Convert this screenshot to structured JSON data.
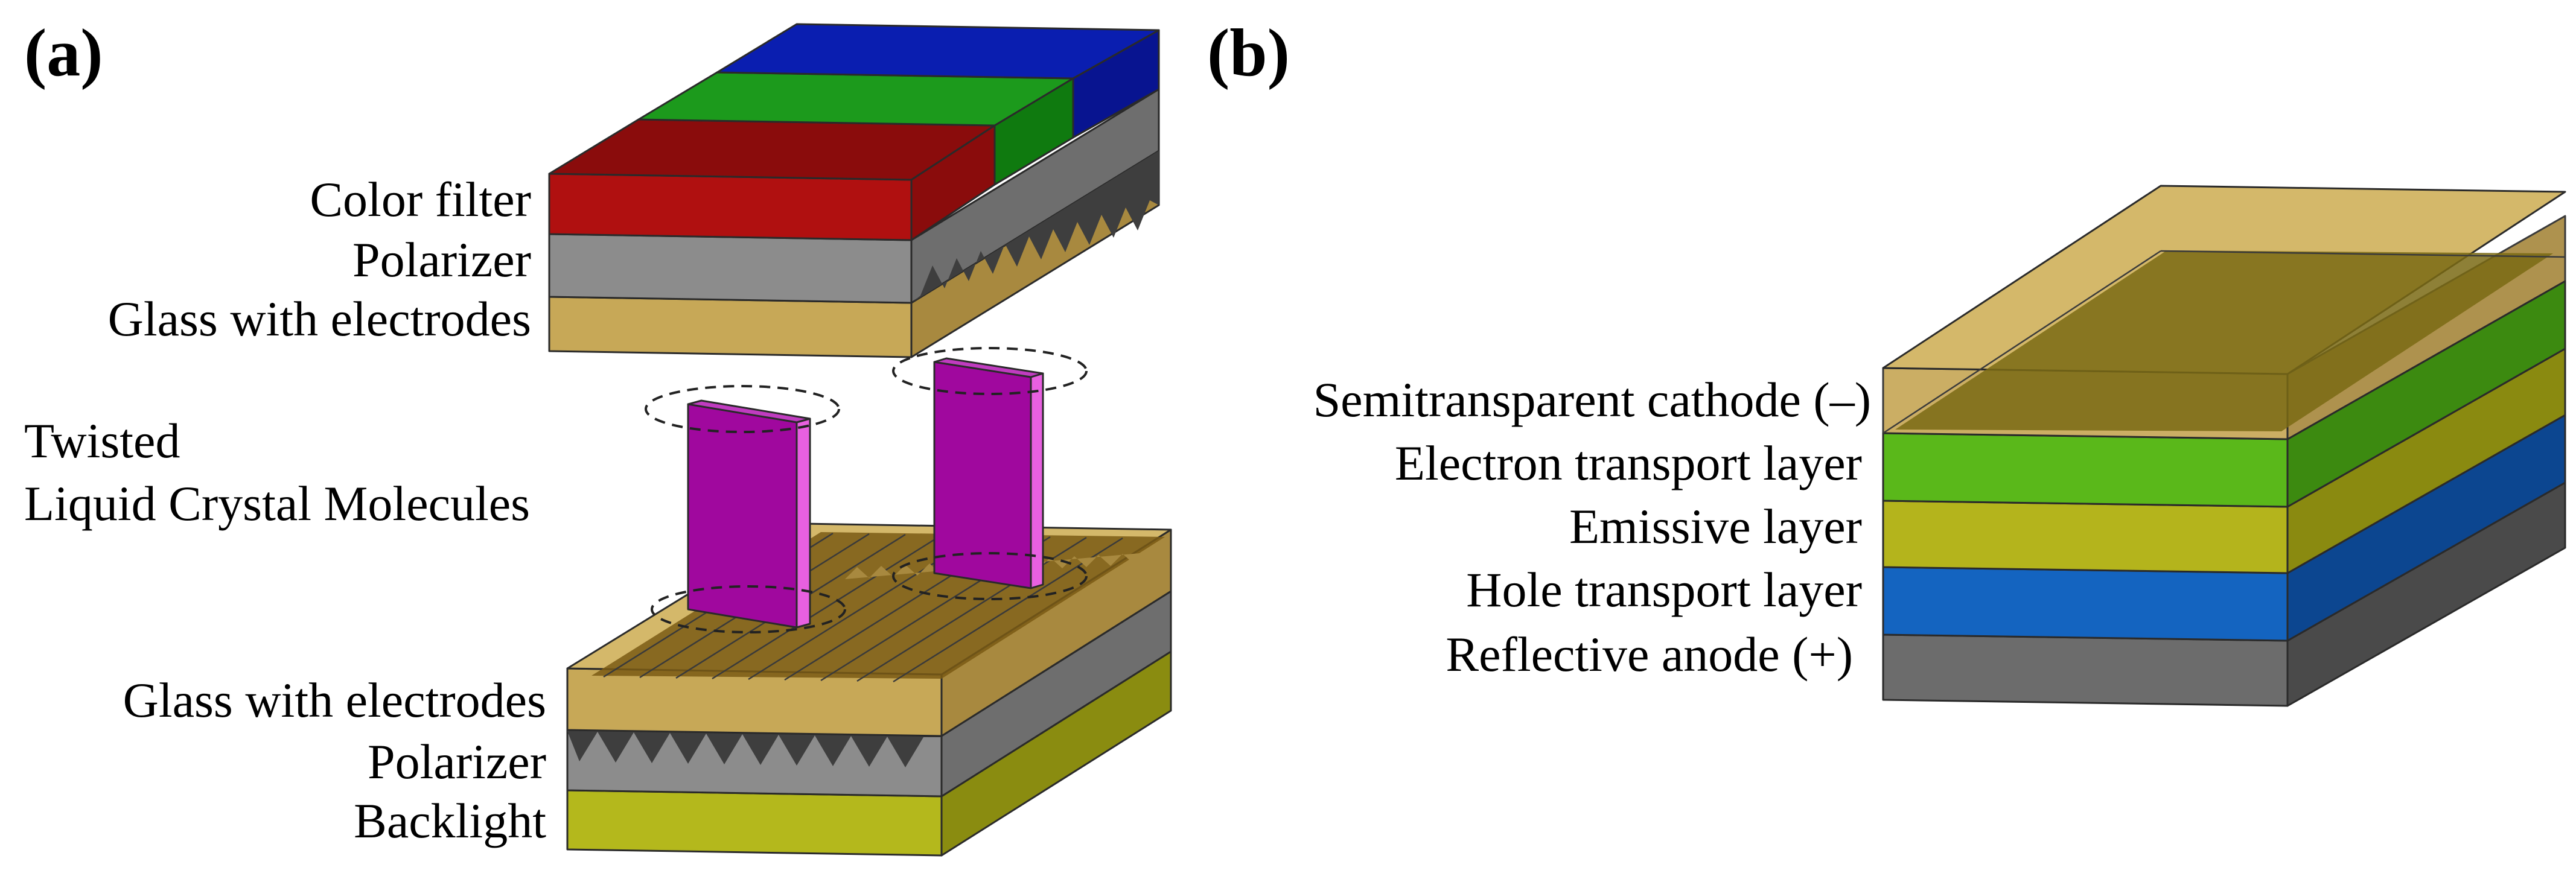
{
  "panels": {
    "a": {
      "label": "(a)",
      "top_stack_labels": [
        "Color filter",
        "Polarizer",
        "Glass with electrodes"
      ],
      "middle_label_line1": "Twisted",
      "middle_label_line2": "Liquid Crystal Molecules",
      "bottom_stack_labels": [
        "Glass with electrodes",
        "Polarizer",
        "Backlight"
      ]
    },
    "b": {
      "label": "(b)",
      "stack_labels": [
        "Semitransparent cathode (–)",
        "Electron transport layer",
        "Emissive layer",
        "Hole transport layer",
        "Reflective anode (+)"
      ]
    }
  },
  "colors": {
    "filter_red": "#b01010",
    "filter_green": "#1c9a1c",
    "filter_blue": "#0a1eb0",
    "polarizer_gray": "#8c8c8c",
    "glass_tan": "#c7a857",
    "backlight_yellow": "#b4b81c",
    "lc_magenta": "#a0089e",
    "oled_green": "#5ab81a",
    "oled_yellow": "#b4b41c",
    "oled_blue": "#1464c0",
    "oled_gray": "#6c6c6c"
  }
}
